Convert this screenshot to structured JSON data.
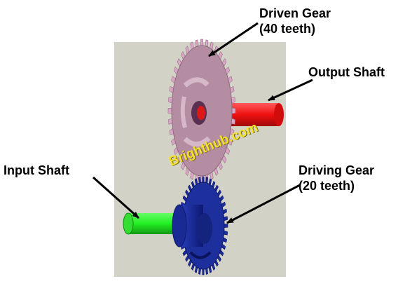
{
  "labels": {
    "driven_gear": "Driven Gear",
    "driven_gear_teeth": "(40 teeth)",
    "output_shaft": "Output Shaft",
    "input_shaft": "Input Shaft",
    "driving_gear": "Driving Gear",
    "driving_gear_teeth": "(20 teeth)"
  },
  "watermark": "Brighthub.com",
  "colors": {
    "background_panel": "#d3d2c7",
    "driven_gear": "#b58da3",
    "driven_gear_teeth": "#d9a6c6",
    "driving_gear": "#1d2f9c",
    "output_shaft": "#ee1111",
    "input_shaft": "#22ee22",
    "watermark": "#f2e030"
  },
  "gears": [
    {
      "name": "driven-gear",
      "teeth": 40
    },
    {
      "name": "driving-gear",
      "teeth": 20
    }
  ]
}
